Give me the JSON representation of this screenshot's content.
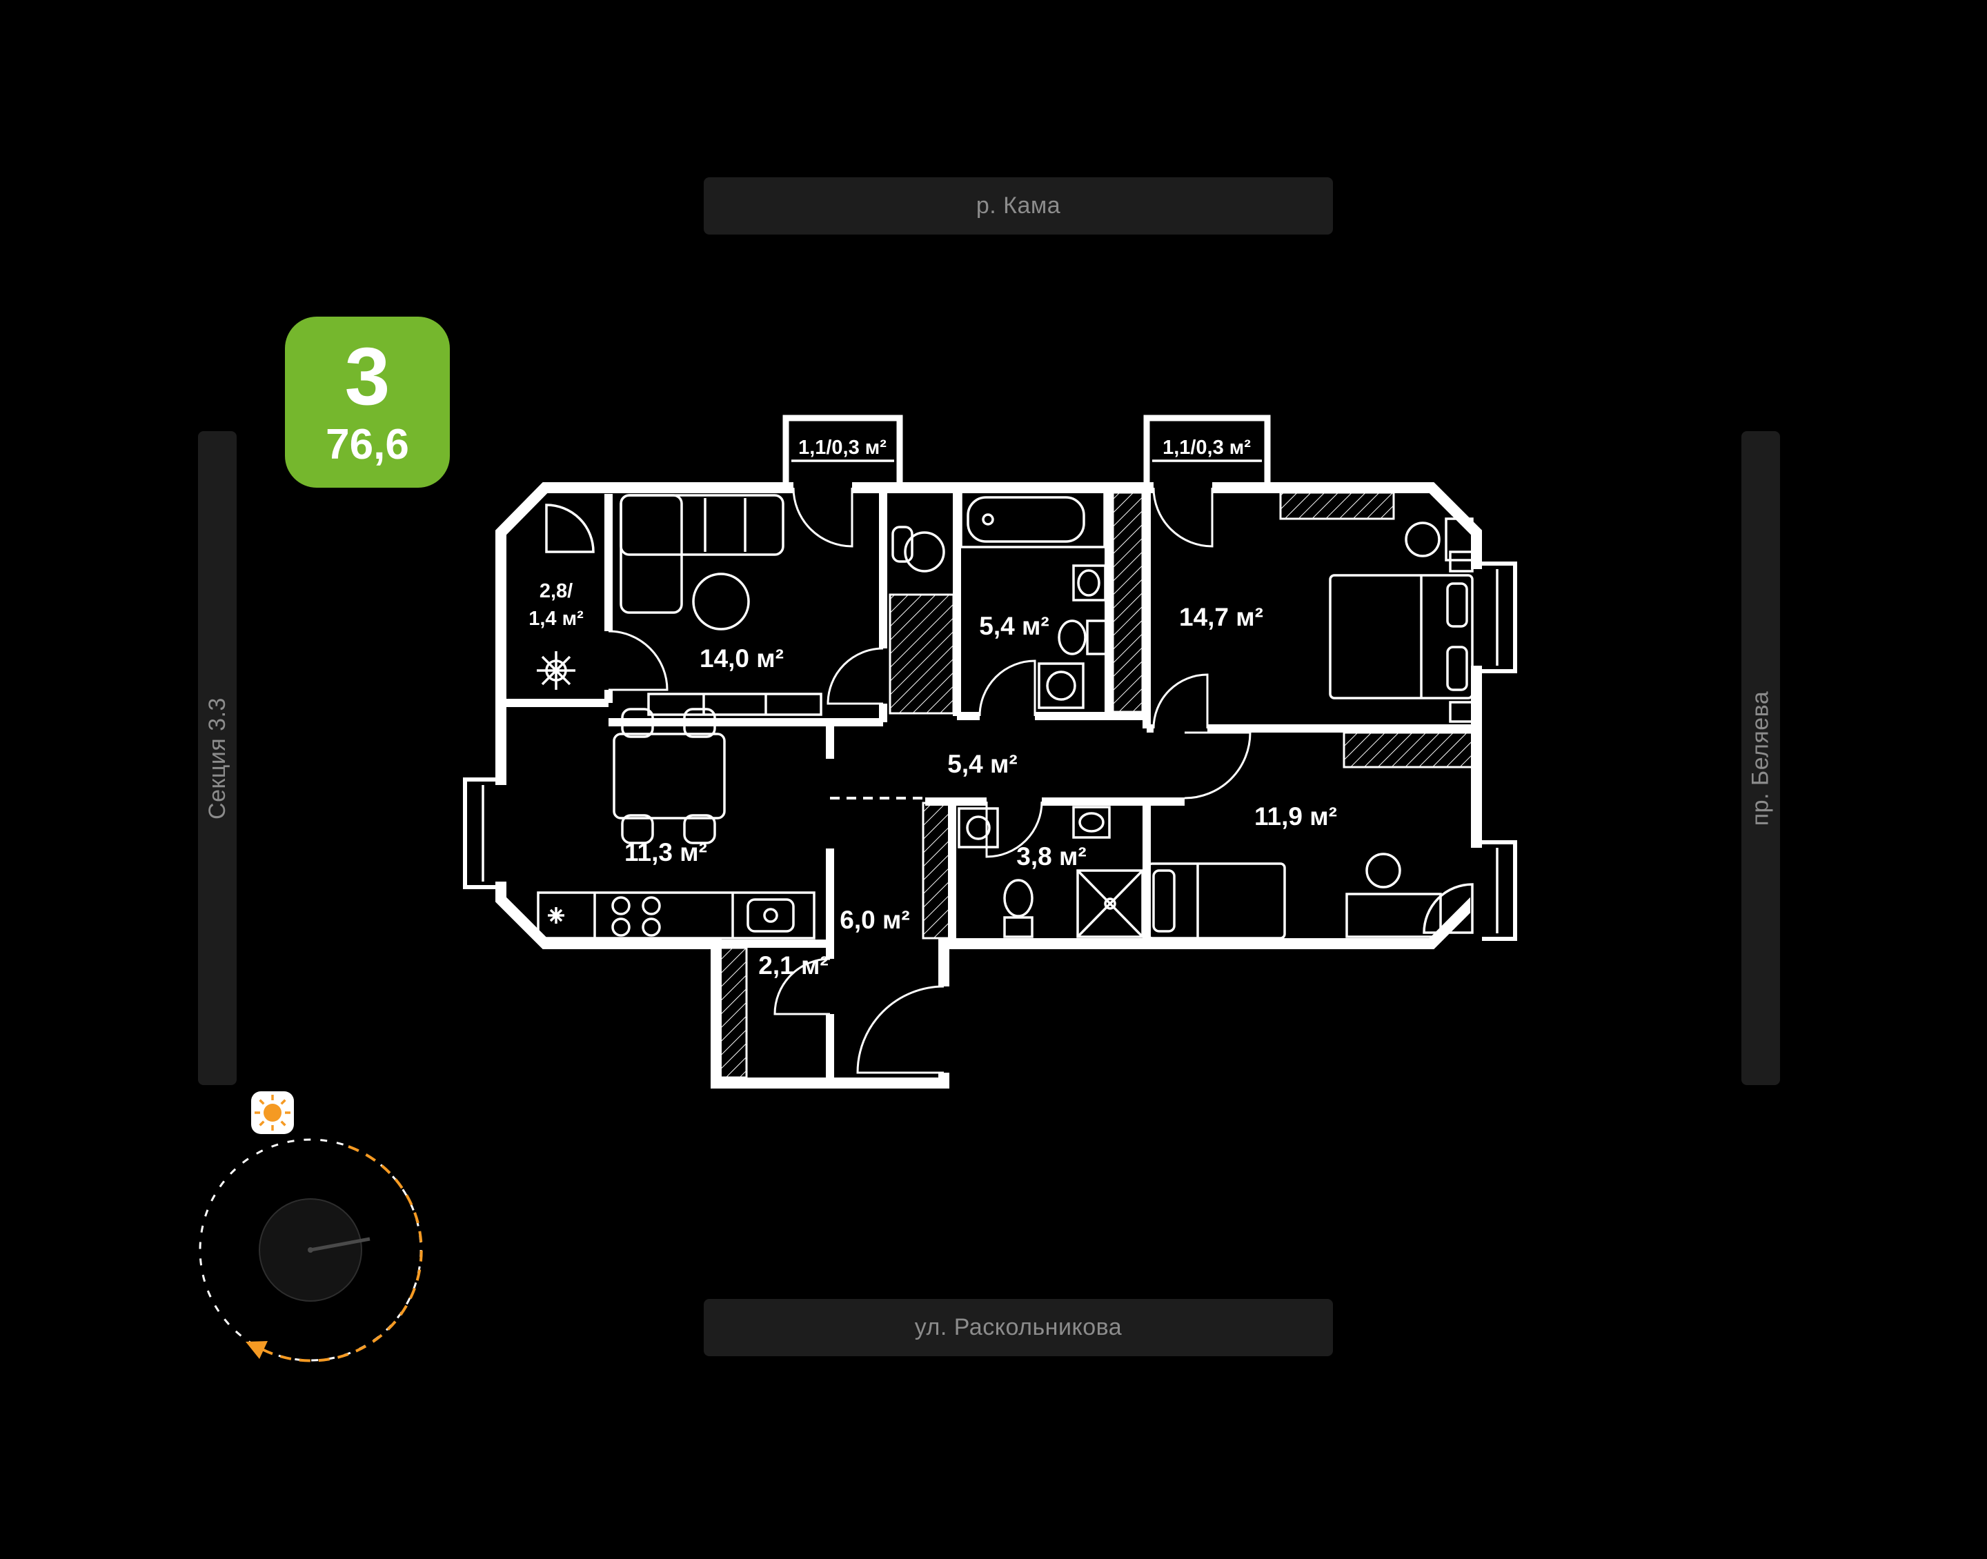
{
  "badge": {
    "rooms": "3",
    "area": "76,6"
  },
  "surroundings": {
    "top": "р. Кама",
    "bottom": "ул. Раскольникова",
    "left": "Секция 3.3",
    "right": "пр. Беляева"
  },
  "plan": {
    "rooms": [
      {
        "name": "living-room",
        "area": "14,0 м²"
      },
      {
        "name": "bathroom-large",
        "area": "5,4 м²"
      },
      {
        "name": "bedroom-master",
        "area": "14,7 м²"
      },
      {
        "name": "hallway",
        "area": "5,4 м²"
      },
      {
        "name": "kitchen",
        "area": "11,3 м²"
      },
      {
        "name": "bathroom-small",
        "area": "3,8 м²"
      },
      {
        "name": "bedroom-second",
        "area": "11,9 м²"
      },
      {
        "name": "corridor",
        "area": "6,0 м²"
      },
      {
        "name": "wardrobe",
        "area": "2,1 м²"
      },
      {
        "name": "balcony-top-left",
        "area": "1,1/0,3 м²"
      },
      {
        "name": "balcony-top-right",
        "area": "1,1/0,3 м²"
      },
      {
        "name": "loggia-left",
        "area_line1": "2,8/",
        "area_line2": "1,4 м²"
      }
    ]
  },
  "colors": {
    "accent_green": "#75b72d",
    "accent_orange": "#f59a23",
    "bar_bg": "#1d1d1d",
    "bar_text": "#8c8c8c",
    "walls": "#ffffff",
    "background": "#000000"
  }
}
